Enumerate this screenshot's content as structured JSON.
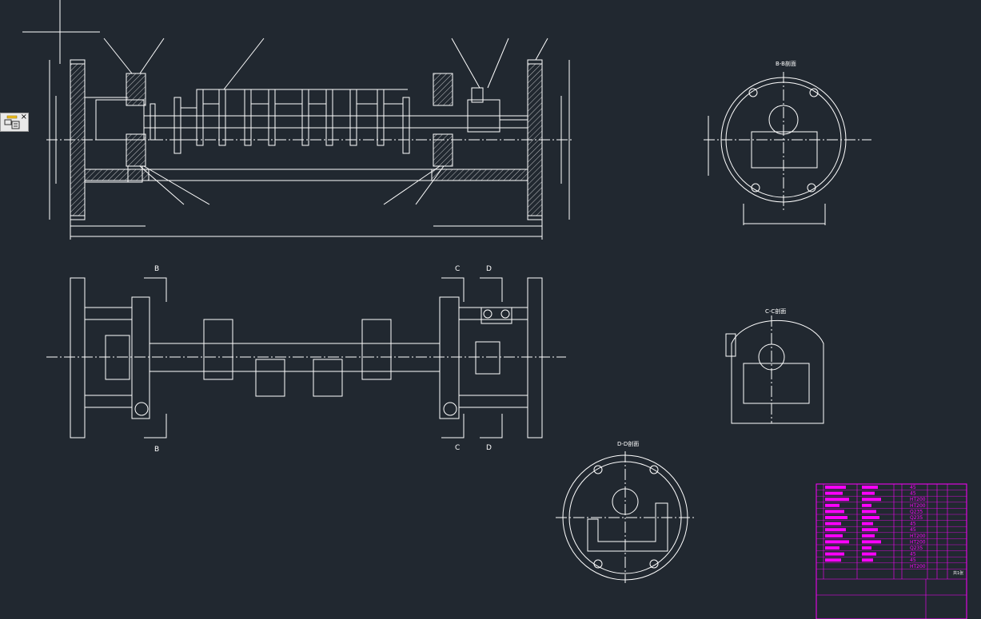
{
  "app": {
    "background": "#212830",
    "line_color": "#ffffff",
    "highlight_color": "#ff00ff"
  },
  "toolbar": {
    "icon": "layer-icon",
    "close_label": "×"
  },
  "drawing": {
    "section_marks": {
      "b_top": "B",
      "b_bottom": "B",
      "c_top": "C",
      "c_bottom": "C",
      "d_top": "D",
      "d_bottom": "D"
    },
    "view_titles": {
      "b_section": "B-B剖面",
      "c_section": "C-C剖面",
      "d_section": "D-D剖面"
    }
  },
  "title_block": {
    "materials": [
      "45",
      "45",
      "HT200",
      "HT200",
      "Q235",
      "Q235",
      "45",
      "45",
      "HT200",
      "HT200",
      "Q235",
      "45",
      "45",
      "HT200"
    ],
    "sheet_label": "共1张"
  }
}
